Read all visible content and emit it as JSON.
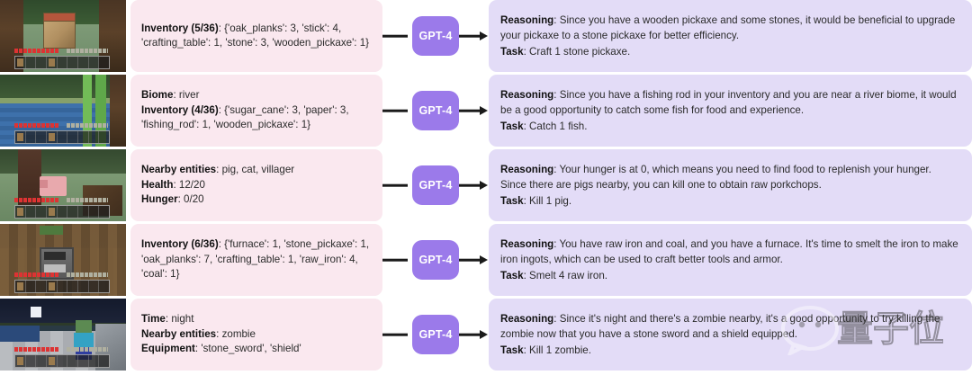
{
  "node_label": "GPT-4",
  "colors": {
    "observation_bg": "#fae8ef",
    "reasoning_bg": "#e3dcf7",
    "node_bg": "#9b7aea",
    "node_text": "#ffffff",
    "wire": "#1a1a1a",
    "text": "#2b2b2b"
  },
  "rows": [
    {
      "scene": "oak-forest-with-crafting-table",
      "observation": [
        {
          "label": "Inventory (5/36)",
          "value": "{'oak_planks': 3, 'stick': 4, 'crafting_table': 1, 'stone': 3, 'wooden_pickaxe': 1}"
        }
      ],
      "reasoning_label": "Reasoning",
      "reasoning": "Since you have a wooden pickaxe and some stones, it would be beneficial to upgrade your pickaxe to a stone pickaxe for better efficiency.",
      "task_label": "Task",
      "task": "Craft 1 stone pickaxe."
    },
    {
      "scene": "river-with-bamboo",
      "observation": [
        {
          "label": "Biome",
          "value": "river"
        },
        {
          "label": "Inventory (4/36)",
          "value": "{'sugar_cane': 3, 'paper': 3, 'fishing_rod': 1, 'wooden_pickaxe': 1}"
        }
      ],
      "reasoning_label": "Reasoning",
      "reasoning": "Since you have a fishing rod in your inventory and you are near a river biome, it would be a good opportunity to catch some fish for food and experience.",
      "task_label": "Task",
      "task": "Catch 1 fish."
    },
    {
      "scene": "forest-with-pig",
      "observation": [
        {
          "label": "Nearby entities",
          "value": "pig, cat, villager"
        },
        {
          "label": "Health",
          "value": "12/20"
        },
        {
          "label": "Hunger",
          "value": "0/20"
        }
      ],
      "reasoning_label": "Reasoning",
      "reasoning": "Your hunger is at 0, which means you need to find food to replenish your hunger. Since there are pigs nearby, you can kill one to obtain raw porkchops.",
      "task_label": "Task",
      "task": "Kill 1 pig."
    },
    {
      "scene": "cave-with-furnace",
      "observation": [
        {
          "label": "Inventory (6/36)",
          "value": "{'furnace': 1, 'stone_pickaxe': 1, 'oak_planks': 7, 'crafting_table': 1, 'raw_iron': 4, 'coal': 1}"
        }
      ],
      "reasoning_label": "Reasoning",
      "reasoning": "You have raw iron and coal, and you have a furnace. It's time to smelt the iron to make iron ingots, which can be used to craft better tools and armor.",
      "task_label": "Task",
      "task": "Smelt 4 raw iron."
    },
    {
      "scene": "night-with-zombie",
      "observation": [
        {
          "label": "Time",
          "value": "night"
        },
        {
          "label": "Nearby entities",
          "value": "zombie"
        },
        {
          "label": "Equipment",
          "value": "'stone_sword', 'shield'"
        }
      ],
      "reasoning_label": "Reasoning",
      "reasoning": "Since it's night and there's a zombie nearby, it's a good opportunity to try killing the zombie now that you have a stone sword and a shield equipped.",
      "task_label": "Task",
      "task": "Kill 1 zombie."
    }
  ],
  "watermark": {
    "text": "量子位",
    "icon": "wechat-bubble-icon"
  }
}
